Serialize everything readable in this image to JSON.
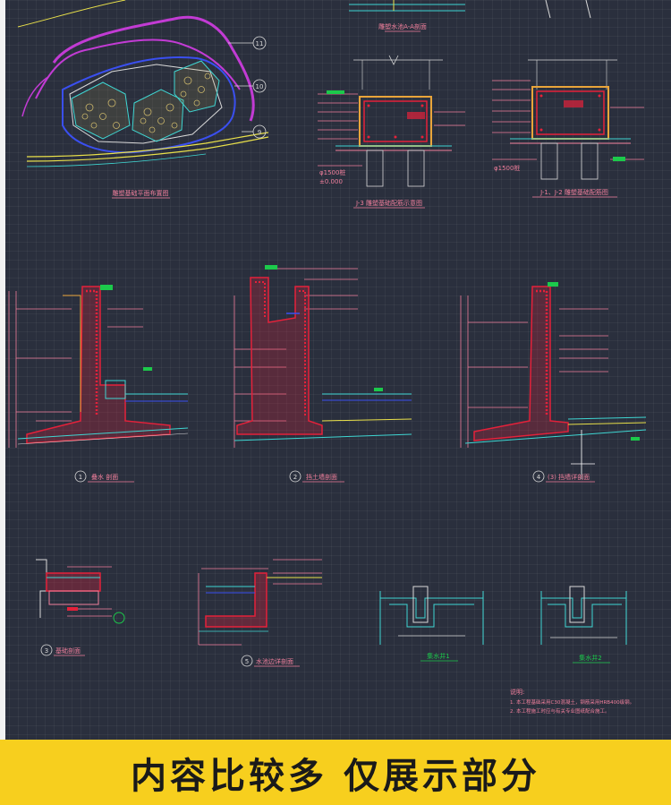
{
  "drawing": {
    "plan_title": "雕塑基础平面布置图",
    "grid_marks": [
      "11",
      "10",
      "9"
    ],
    "section_a_title": "雕塑水池A-A剖面",
    "section_js_title": "J-3  雕塑基础配筋示意图",
    "section_j12_title": "J-1、J-2 雕塑基础配筋图",
    "pile_note": "φ1500桩",
    "elevation_note": "±0.000",
    "detail1_title": "叠水 剖面",
    "detail1_num": "1",
    "detail2_title": "挡土墙剖面",
    "detail2_num": "2",
    "detail3_title": "(3) 挡墙详剖面",
    "detail3_num": "4",
    "detail4_title": "基础剖面",
    "detail4_num": "3",
    "detail5_title": "水池边详剖面",
    "detail5_num": "5",
    "detail6_title": "集水井1",
    "detail7_title": "集水井2",
    "notes_title": "说明:",
    "note1": "1. 本工程基础采用C30混凝土，钢筋采用HRB400级钢。",
    "note2": "2. 本工程施工时应与有关专业图纸配合施工。"
  },
  "banner": {
    "text": "内容比较多 仅展示部分"
  },
  "colors": {
    "background": "#2a2f3d",
    "banner": "#f7cf1e",
    "rebar_red": "#e4213a",
    "line_pink": "#f07f9c",
    "line_cyan": "#3fd6d2",
    "line_yellow": "#e9e04a",
    "line_magenta": "#c23bd4",
    "line_blue": "#3a4ff0",
    "label_green": "#1cc94b"
  }
}
